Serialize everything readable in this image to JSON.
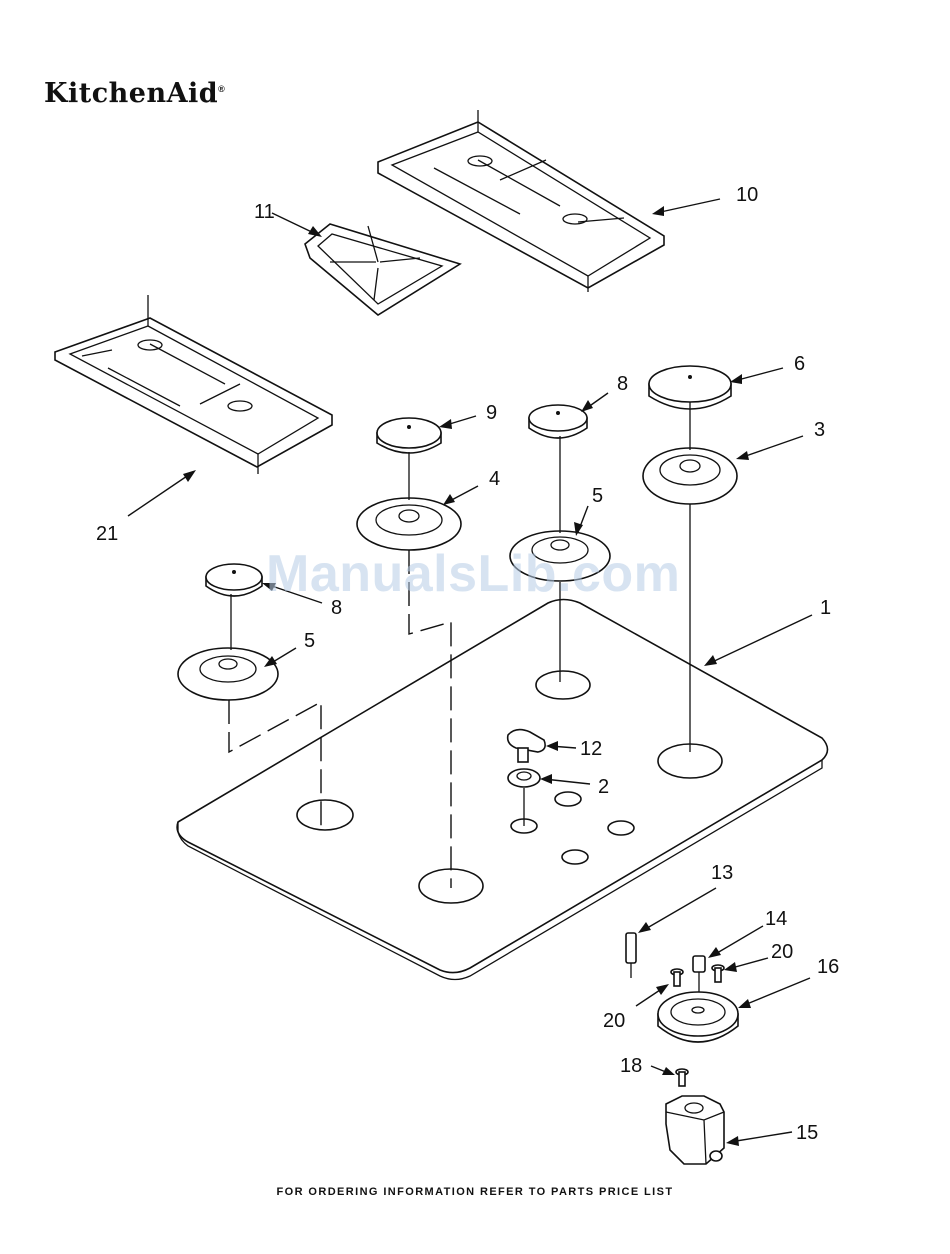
{
  "brand": {
    "name": "KitchenAid",
    "mark": "®"
  },
  "watermark": "ManualsLib.com",
  "footer": "FOR ORDERING INFORMATION REFER TO PARTS PRICE LIST",
  "callouts": {
    "grate_right": "10",
    "grate_center": "11",
    "grate_left": "21",
    "cap_right_large": "6",
    "cap_center_medium": "9",
    "cap_rear_small": "8",
    "cap_front_small": "8",
    "head_right_large": "3",
    "head_center_medium": "4",
    "head_rear_small": "5",
    "head_front_small": "5",
    "cooktop": "1",
    "knob": "12",
    "bezel": "2",
    "electrode": "13",
    "orifice": "14",
    "screw_right": "20",
    "screw_left": "20",
    "burner_base": "16",
    "screw_valve": "18",
    "valve": "15"
  }
}
